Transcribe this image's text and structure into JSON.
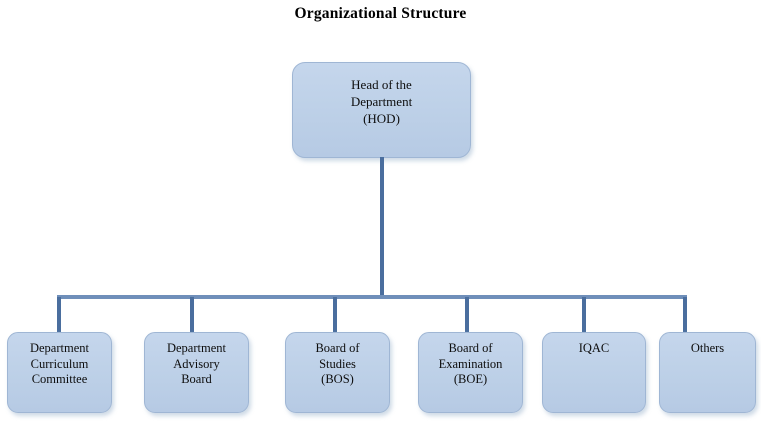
{
  "chart_data": {
    "type": "diagram",
    "diagram_kind": "organizational-chart",
    "title": "Organizational Structure",
    "orientation": "top-down",
    "levels": 2,
    "root": {
      "id": "hod",
      "label": "Head of the\nDepartment\n(HOD)",
      "lines": [
        "Head of the",
        "Department",
        "(HOD)"
      ]
    },
    "children": [
      {
        "id": "department-curriculum-committee",
        "label": "Department\nCurriculum\nCommittee",
        "lines": [
          "Department",
          "Curriculum",
          "Committee"
        ]
      },
      {
        "id": "department-advisory-board",
        "label": "Department\nAdvisory\nBoard",
        "lines": [
          "Department",
          "Advisory",
          "Board"
        ]
      },
      {
        "id": "board-of-studies",
        "label": "Board of\nStudies\n(BOS)",
        "lines": [
          "Board of",
          "Studies",
          "(BOS)"
        ]
      },
      {
        "id": "board-of-examination",
        "label": "Board of\nExamination\n(BOE)",
        "lines": [
          "Board of",
          "Examination",
          "(BOE)"
        ]
      },
      {
        "id": "iqac",
        "label": "IQAC",
        "lines": [
          "IQAC"
        ]
      },
      {
        "id": "others",
        "label": "Others",
        "lines": [
          "Others"
        ]
      }
    ],
    "edges": [
      {
        "from": "hod",
        "to": "department-curriculum-committee"
      },
      {
        "from": "hod",
        "to": "department-advisory-board"
      },
      {
        "from": "hod",
        "to": "board-of-studies"
      },
      {
        "from": "hod",
        "to": "board-of-examination"
      },
      {
        "from": "hod",
        "to": "iqac"
      },
      {
        "from": "hod",
        "to": "others"
      }
    ]
  },
  "title": "Organizational Structure",
  "nodes": {
    "hod": "Head of the\nDepartment\n(HOD)",
    "department_curriculum_committee": "Department\nCurriculum\nCommittee",
    "department_advisory_board": "Department\nAdvisory\nBoard",
    "board_of_studies": "Board of\nStudies\n(BOS)",
    "board_of_examination": "Board of\nExamination\n(BOE)",
    "iqac": "IQAC",
    "others": "Others"
  },
  "colors": {
    "node_fill": "#bed1e8",
    "node_fill_top": "#c5d6ec",
    "node_border": "#9fb6d4",
    "connector": "#4a6e9e",
    "connector_bus": "#6f8fba",
    "text": "#0d0d0d",
    "background": "#ffffff"
  }
}
